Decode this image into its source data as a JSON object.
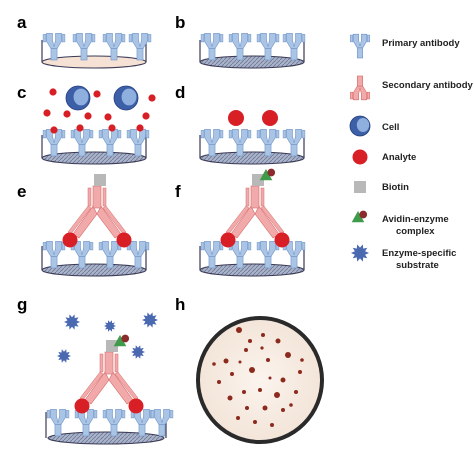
{
  "panels": [
    "a",
    "b",
    "c",
    "d",
    "e",
    "f",
    "g",
    "h"
  ],
  "legend": [
    {
      "icon": "primary-antibody-icon",
      "lines": [
        "Primary antibody"
      ]
    },
    {
      "icon": "secondary-antibody-icon",
      "lines": [
        "Secondary antibody"
      ]
    },
    {
      "icon": "cell-icon",
      "lines": [
        "Cell"
      ]
    },
    {
      "icon": "analyte-icon",
      "lines": [
        "Analyte"
      ]
    },
    {
      "icon": "biotin-icon",
      "lines": [
        "Biotin"
      ]
    },
    {
      "icon": "avidin-enzyme-complex-icon",
      "lines": [
        "Avidin-enzyme",
        "complex"
      ]
    },
    {
      "icon": "enzyme-specific-substrate-icon",
      "lines": [
        "Enzyme-specific",
        "substrate"
      ]
    }
  ],
  "colors": {
    "primary_antibody": "#a9c4e4",
    "primary_antibody_edge": "#6f93c7",
    "secondary_antibody": "#f2a9a9",
    "secondary_antibody_edge": "#d46a6a",
    "analyte": "#d81f26",
    "cell_outer": "#3d5fa8",
    "cell_inner": "#8fb0df",
    "biotin": "#b8b8b8",
    "avidin": "#3f9a4a",
    "enzyme": "#8b2b2b",
    "substrate": "#4a69b0",
    "plate_fill_a": "#f6e2d4",
    "plate_membrane": "#8e9ab5",
    "spot": "#8c2a1e",
    "well_background": "#f7efe7"
  }
}
